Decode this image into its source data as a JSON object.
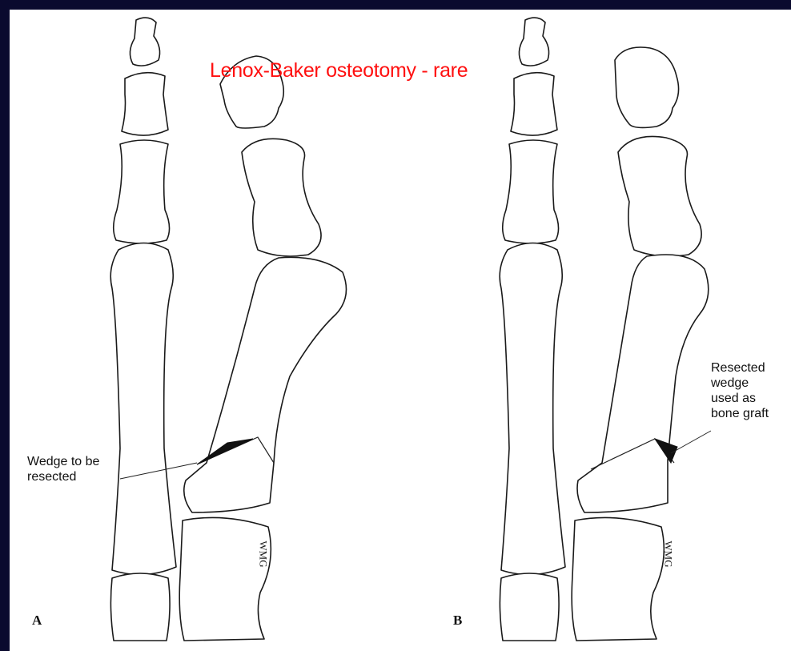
{
  "title": "Lenox-Baker osteotomy - rare",
  "panels": {
    "a": {
      "letter": "A",
      "label": "Wedge to be\nresected",
      "signature": "WMG"
    },
    "b": {
      "letter": "B",
      "label": "Resected\nwedge\nused as\nbone graft",
      "signature": "WMG"
    }
  },
  "colors": {
    "background": "#0a0a2e",
    "title": "#ff1010",
    "wedge": "#111111"
  }
}
